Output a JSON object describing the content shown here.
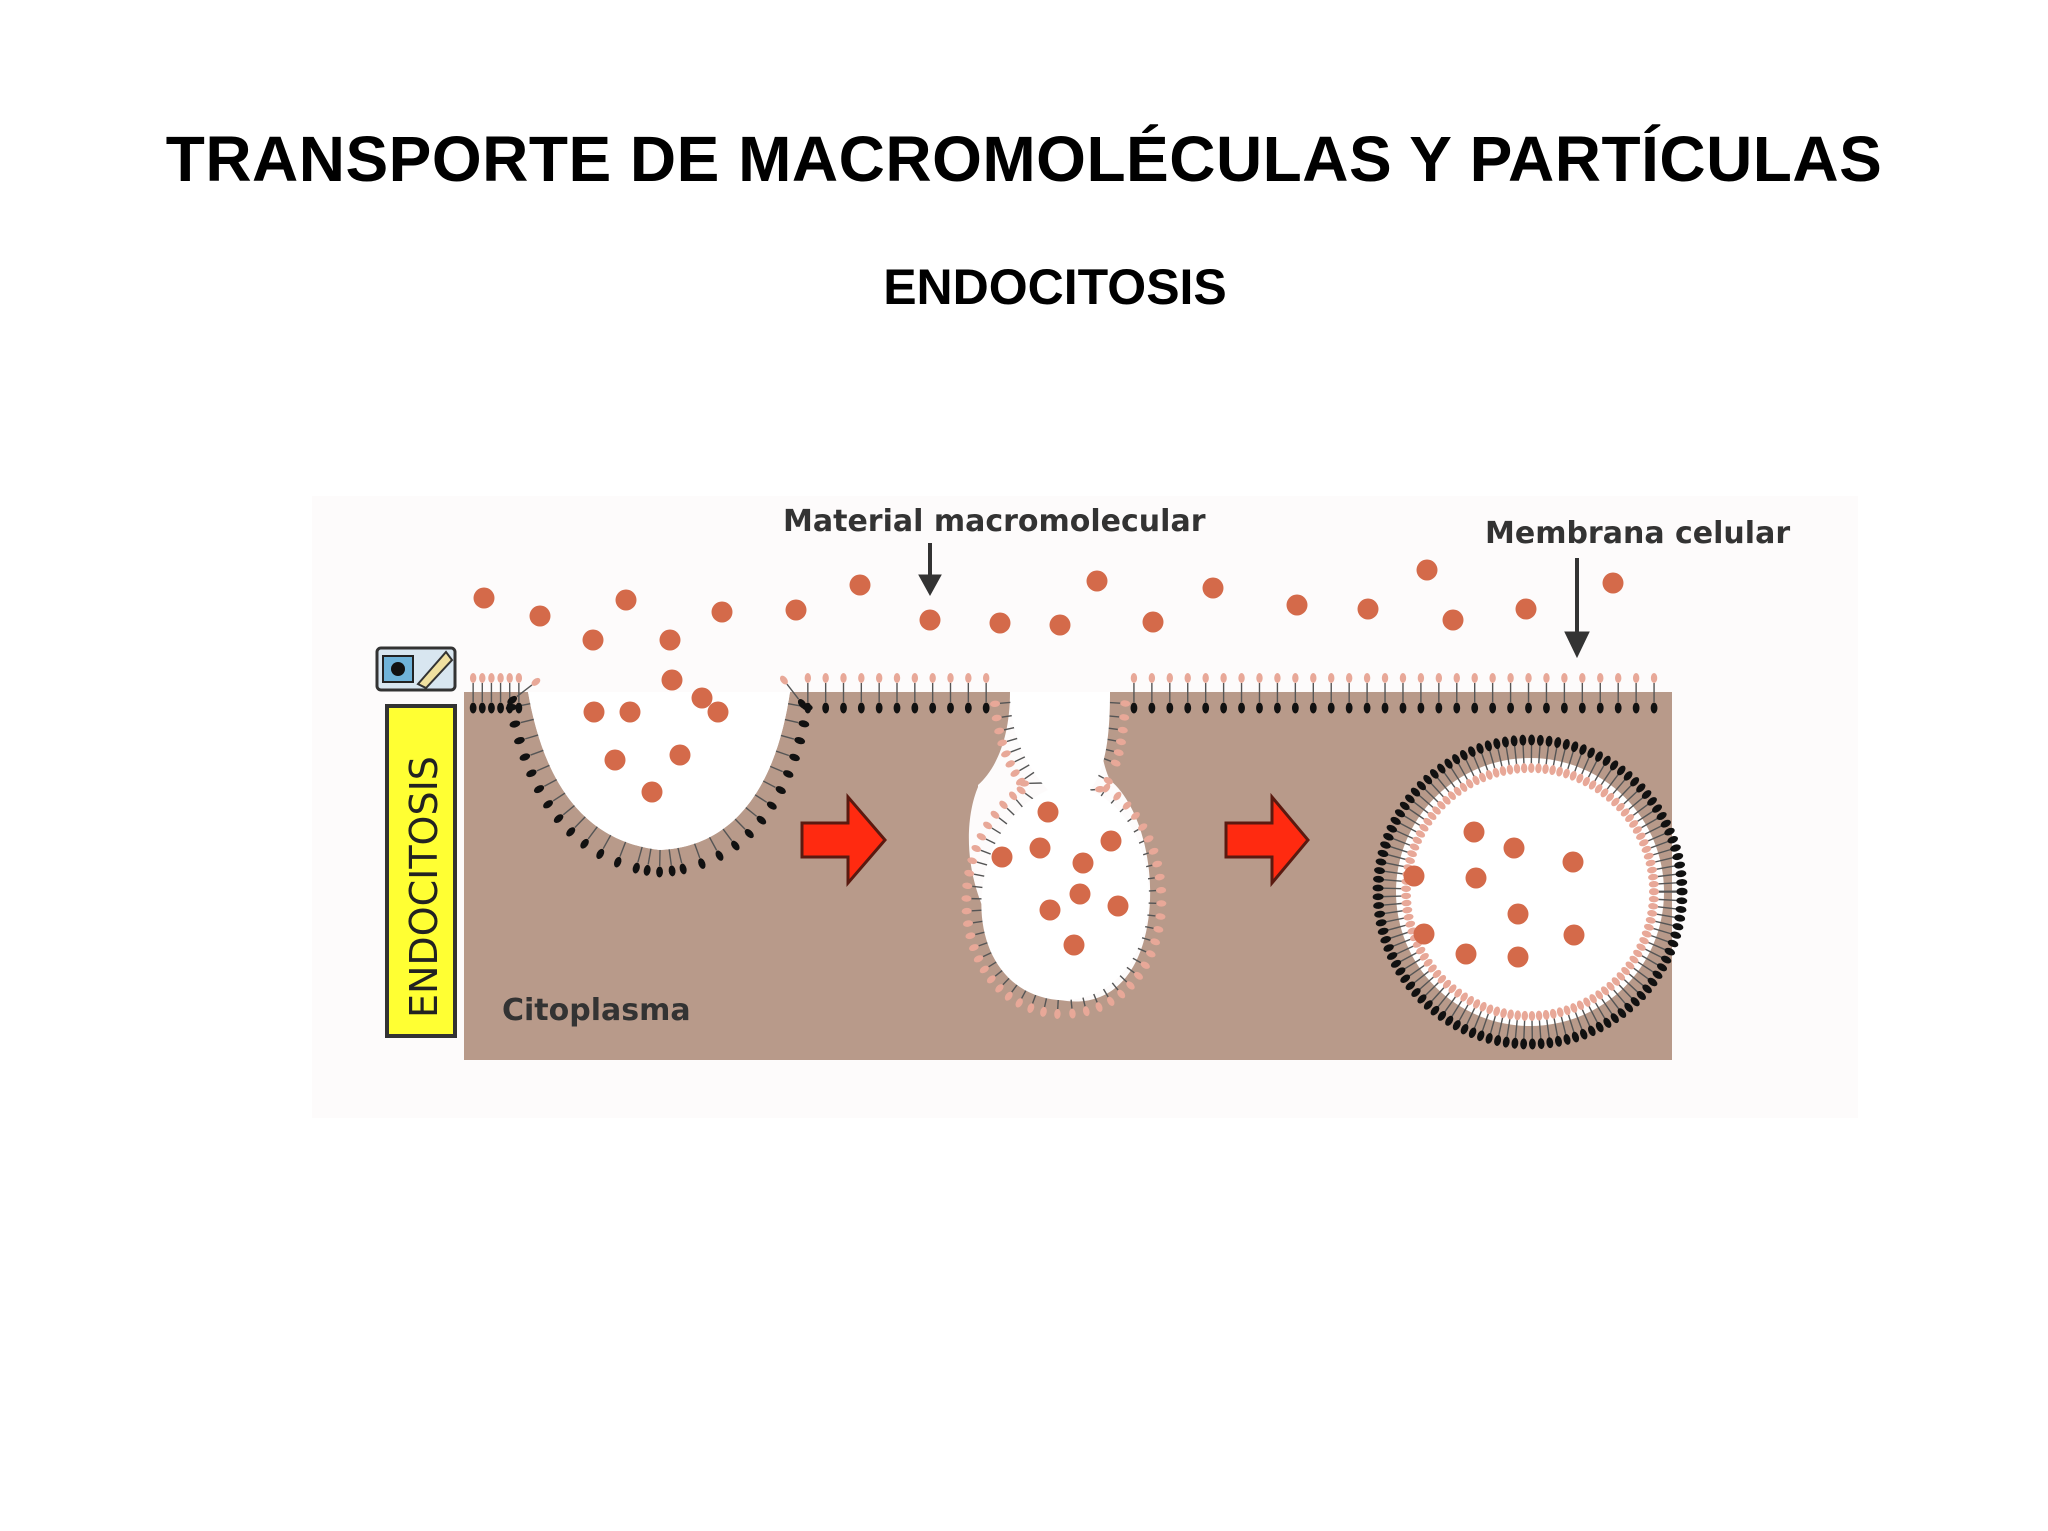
{
  "title": "TRANSPORTE DE MACROMOLÉCULAS Y PARTÍCULAS",
  "subtitle": "ENDOCITOSIS",
  "diagram": {
    "labels": {
      "material": "Material macromolecular",
      "membrane": "Membrana celular",
      "cytoplasm": "Citoplasma",
      "side_tab": "ENDOCITOSIS"
    },
    "icons": {
      "media": "camera-photo-icon",
      "process_arrow": "right-arrow-icon"
    },
    "colors": {
      "cytoplasm": "#b89a8a",
      "particle": "#d46a4a",
      "lipid_head_outer": "#e8a898",
      "lipid_head_inner": "#111111",
      "arrow": "#ff2a10",
      "side_tab": "#ffff33"
    }
  }
}
